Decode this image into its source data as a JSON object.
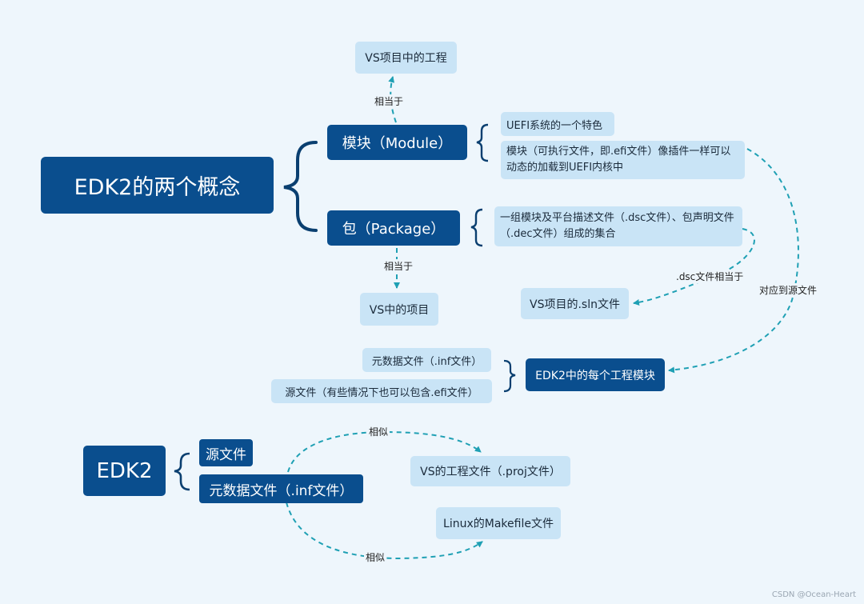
{
  "main_concept": "EDK2的两个概念",
  "module": {
    "label": "模块（Module）",
    "note_1": "UEFI系统的一个特色",
    "note_2": "模块（可执行文件，即.efi文件）像插件一样可以动态的加载到UEFI内核中",
    "equiv_label": "相当于",
    "equiv_target": "VS项目中的工程"
  },
  "package": {
    "label": "包（Package）",
    "note": "一组模块及平台描述文件（.dsc文件）、包声明文件（.dec文件）组成的集合",
    "equiv_label": "相当于",
    "equiv_target": "VS中的项目",
    "dsc_label": ".dsc文件相当于",
    "dsc_target": "VS项目的.sln文件"
  },
  "source_link_label": "对应到源文件",
  "engineering_module": {
    "label": "EDK2中的每个工程模块",
    "items": [
      "元数据文件（.inf文件）",
      "源文件（有些情况下也可以包含.efi文件）"
    ]
  },
  "edk2": {
    "label": "EDK2",
    "items": [
      "源文件",
      "元数据文件（.inf文件）"
    ],
    "similar_label_1": "相似",
    "similar_target_1": "VS的工程文件（.proj文件）",
    "similar_label_2": "相似",
    "similar_target_2": "Linux的Makefile文件"
  },
  "watermark": "CSDN @Ocean-Heart",
  "colors": {
    "dark_node": "#0a4e8e",
    "light_node": "#c9e4f6",
    "connector": "#1fa0b4",
    "background": "#eef6fc"
  }
}
